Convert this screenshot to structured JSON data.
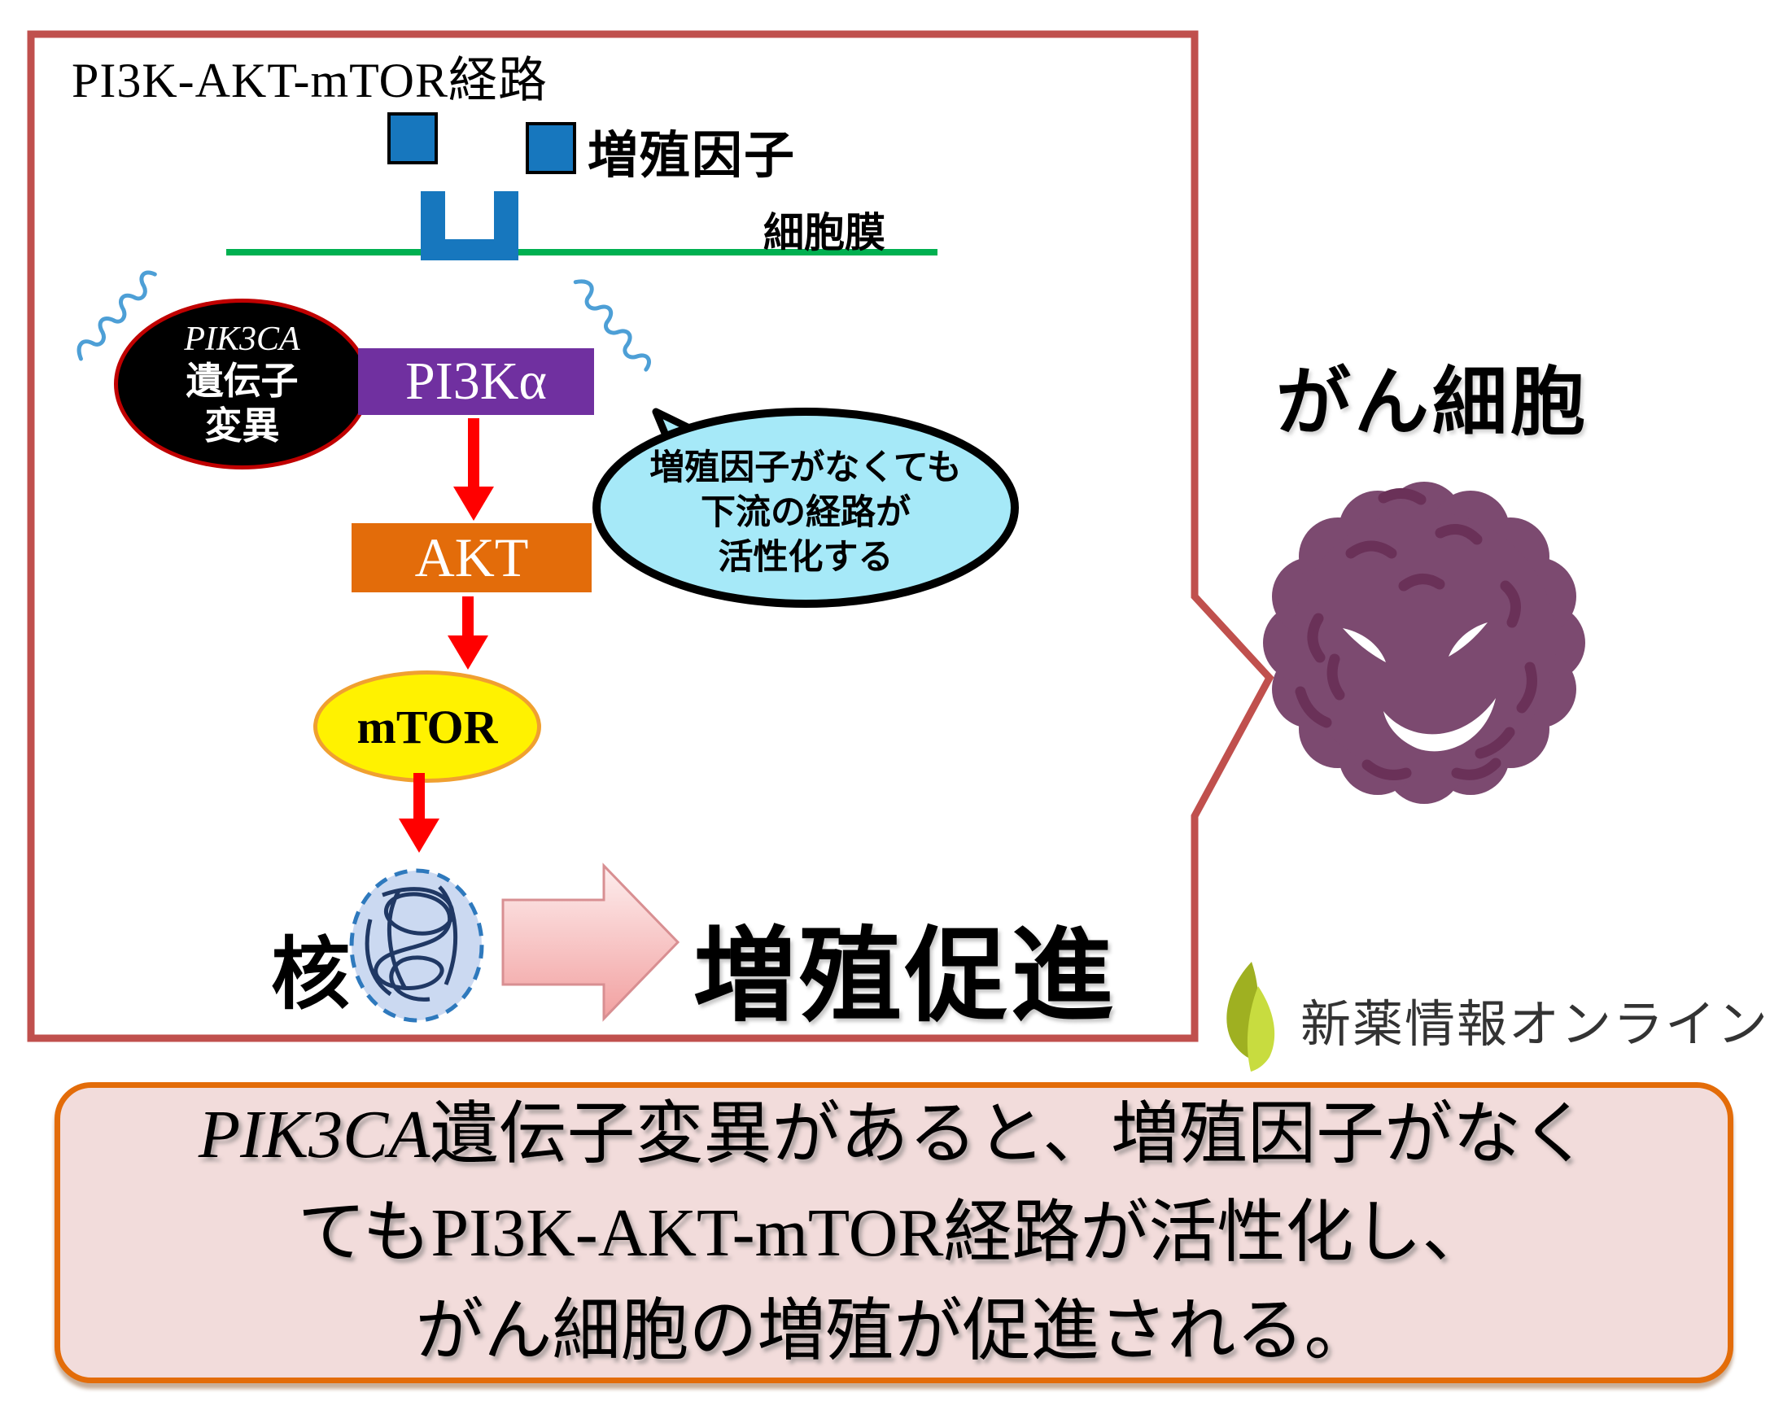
{
  "diagram": {
    "title": "PI3K-AKT-mTOR経路",
    "growth_factor_label": "増殖因子",
    "membrane_label": "細胞膜",
    "mutation": {
      "gene": "PIK3CA",
      "line1": "遺伝子",
      "line2": "変異"
    },
    "nodes": {
      "pi3ka": "PI3Kα",
      "akt": "AKT",
      "mtor": "mTOR"
    },
    "nucleus_label": "核",
    "outcome_label": "増殖促進",
    "bubble": {
      "line1": "増殖因子がなくても",
      "line2": "下流の経路が",
      "line3": "活性化する"
    },
    "cancer_cell_label": "がん細胞"
  },
  "logo": {
    "text": "新薬情報オンライン"
  },
  "summary": {
    "gene_em": "PIK3CA",
    "line1_rest": "遺伝子変異があると、増殖因子がなく",
    "line2": "てもPI3K-AKT-mTOR経路が活性化し、",
    "line3": "がん細胞の増殖が促進される。"
  },
  "colors": {
    "frame_border": "#C0504D",
    "growth_factor_blue": "#1777BE",
    "membrane_green": "#00B050",
    "mutation_fill": "#000000",
    "mutation_border": "#C00000",
    "pi3ka_purple": "#7030A0",
    "akt_orange": "#E36C0A",
    "mtor_yellow": "#FFF200",
    "mtor_border": "#F0A030",
    "arrow_red": "#FF0000",
    "nucleus_fill": "#CBD9F1",
    "nucleus_border": "#2E79BD",
    "bubble_fill": "#A6E9F8",
    "block_arrow_pink": "#F2A0A0",
    "cancer_cell_purple": "#7C4A70",
    "summary_fill": "#F2DCDB",
    "summary_border": "#E36C09",
    "logo_leaf_dark": "#9FB021",
    "logo_leaf_light": "#C8DC3F"
  }
}
